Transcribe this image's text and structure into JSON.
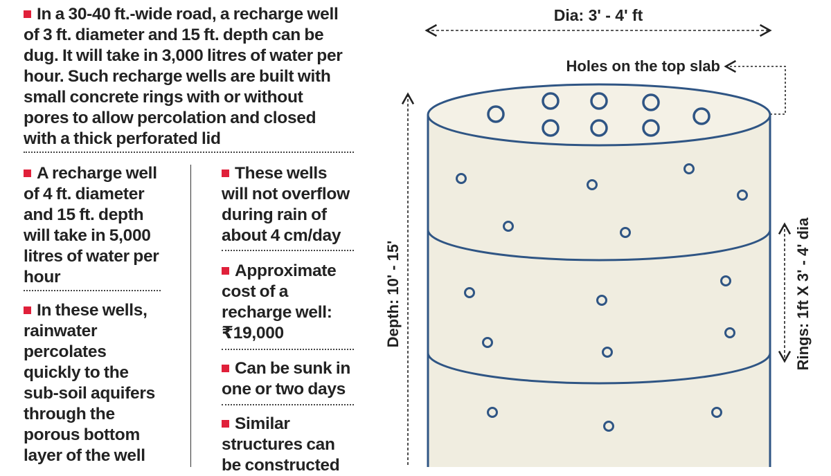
{
  "notes": {
    "top": "In a 30-40 ft.-wide road, a recharge well of 3 ft. diameter and 15 ft. depth can be dug. It will take in 3,000 litres of water per hour. Such recharge wells are built with small concrete rings with or without pores to allow percolation and closed with a thick perforated lid",
    "left_1": "A recharge well of 4 ft. diameter and 15 ft. depth will take in 5,000 litres of water per hour",
    "left_2": "In these wells, rainwater percolates quickly to the sub-soil aquifers through the porous bottom layer of the well",
    "right_1": "These wells will not overflow during rain of about 4 cm/day",
    "right_2": "Approximate cost of a recharge well: ₹19,000",
    "right_3": "Can be sunk in one or two days",
    "right_4": "Similar structures can be constructed"
  },
  "diagram": {
    "diameter_label": "Dia: 3' - 4' ft",
    "holes_label": "Holes on the top slab",
    "depth_label": "Depth: 10' - 15'",
    "rings_label": "Rings: 1ft X 3' - 4' dia"
  },
  "colors": {
    "bullet": "#e0203a",
    "well_fill": "#f0ede0",
    "well_stroke": "#2f5584"
  }
}
